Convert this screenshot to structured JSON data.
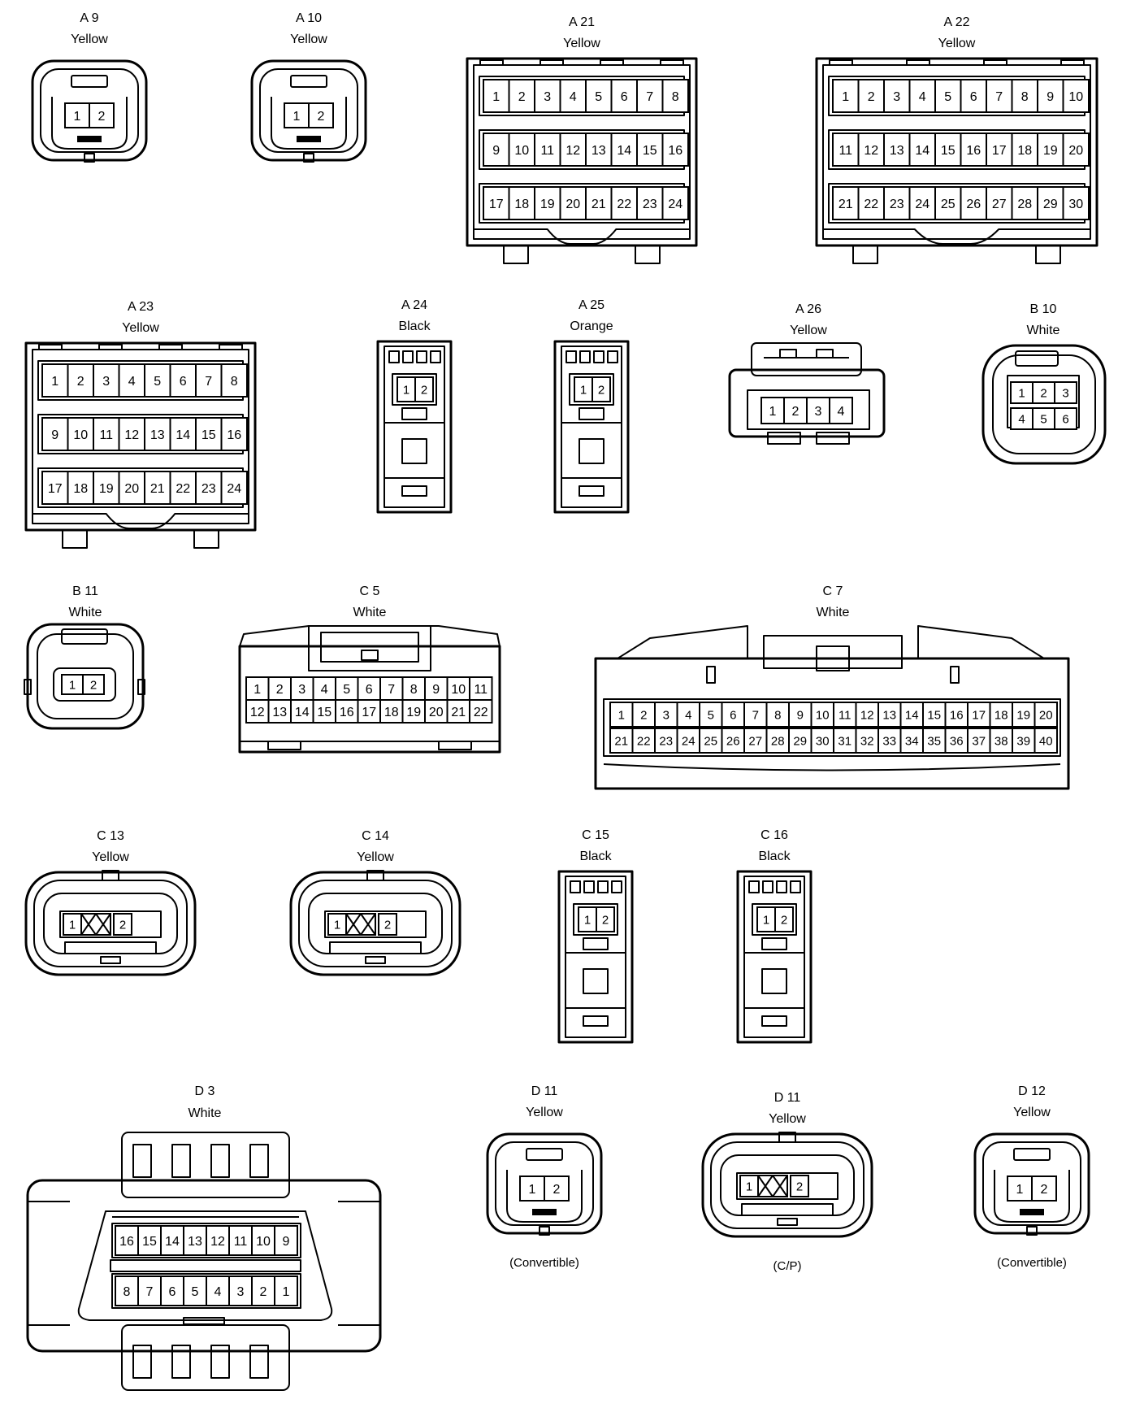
{
  "connectors": [
    {
      "id": "a9",
      "name": "A 9",
      "color": "Yellow",
      "pins": [
        "1",
        "2"
      ]
    },
    {
      "id": "a10",
      "name": "A 10",
      "color": "Yellow",
      "pins": [
        "1",
        "2"
      ]
    },
    {
      "id": "a21",
      "name": "A 21",
      "color": "Yellow",
      "rows": [
        [
          "1",
          "2",
          "3",
          "4",
          "5",
          "6",
          "7",
          "8"
        ],
        [
          "9",
          "10",
          "11",
          "12",
          "13",
          "14",
          "15",
          "16"
        ],
        [
          "17",
          "18",
          "19",
          "20",
          "21",
          "22",
          "23",
          "24"
        ]
      ]
    },
    {
      "id": "a22",
      "name": "A 22",
      "color": "Yellow",
      "rows": [
        [
          "1",
          "2",
          "3",
          "4",
          "5",
          "6",
          "7",
          "8",
          "9",
          "10"
        ],
        [
          "11",
          "12",
          "13",
          "14",
          "15",
          "16",
          "17",
          "18",
          "19",
          "20"
        ],
        [
          "21",
          "22",
          "23",
          "24",
          "25",
          "26",
          "27",
          "28",
          "29",
          "30"
        ]
      ]
    },
    {
      "id": "a23",
      "name": "A 23",
      "color": "Yellow",
      "rows": [
        [
          "1",
          "2",
          "3",
          "4",
          "5",
          "6",
          "7",
          "8"
        ],
        [
          "9",
          "10",
          "11",
          "12",
          "13",
          "14",
          "15",
          "16"
        ],
        [
          "17",
          "18",
          "19",
          "20",
          "21",
          "22",
          "23",
          "24"
        ]
      ]
    },
    {
      "id": "a24",
      "name": "A 24",
      "color": "Black",
      "pins": [
        "1",
        "2"
      ]
    },
    {
      "id": "a25",
      "name": "A 25",
      "color": "Orange",
      "pins": [
        "1",
        "2"
      ]
    },
    {
      "id": "a26",
      "name": "A 26",
      "color": "Yellow",
      "pins": [
        "1",
        "2",
        "3",
        "4"
      ]
    },
    {
      "id": "b10",
      "name": "B 10",
      "color": "White",
      "rows": [
        [
          "1",
          "2",
          "3"
        ],
        [
          "4",
          "5",
          "6"
        ]
      ]
    },
    {
      "id": "b11",
      "name": "B 11",
      "color": "White",
      "pins": [
        "1",
        "2"
      ]
    },
    {
      "id": "c5",
      "name": "C 5",
      "color": "White",
      "rows": [
        [
          "1",
          "2",
          "3",
          "4",
          "5",
          "6",
          "7",
          "8",
          "9",
          "10",
          "11"
        ],
        [
          "12",
          "13",
          "14",
          "15",
          "16",
          "17",
          "18",
          "19",
          "20",
          "21",
          "22"
        ]
      ]
    },
    {
      "id": "c7",
      "name": "C 7",
      "color": "White",
      "rows": [
        [
          "1",
          "2",
          "3",
          "4",
          "5",
          "6",
          "7",
          "8",
          "9",
          "10",
          "11",
          "12",
          "13",
          "14",
          "15",
          "16",
          "17",
          "18",
          "19",
          "20"
        ],
        [
          "21",
          "22",
          "23",
          "24",
          "25",
          "26",
          "27",
          "28",
          "29",
          "30",
          "31",
          "32",
          "33",
          "34",
          "35",
          "36",
          "37",
          "38",
          "39",
          "40"
        ]
      ]
    },
    {
      "id": "c13",
      "name": "C 13",
      "color": "Yellow",
      "pins": [
        "1",
        "2"
      ]
    },
    {
      "id": "c14",
      "name": "C 14",
      "color": "Yellow",
      "pins": [
        "1",
        "2"
      ]
    },
    {
      "id": "c15",
      "name": "C 15",
      "color": "Black",
      "pins": [
        "1",
        "2"
      ]
    },
    {
      "id": "c16",
      "name": "C 16",
      "color": "Black",
      "pins": [
        "1",
        "2"
      ]
    },
    {
      "id": "d3",
      "name": "D 3",
      "color": "White",
      "rows": [
        [
          "16",
          "15",
          "14",
          "13",
          "12",
          "11",
          "10",
          "9"
        ],
        [
          "8",
          "7",
          "6",
          "5",
          "4",
          "3",
          "2",
          "1"
        ]
      ]
    },
    {
      "id": "d11a",
      "name": "D 11",
      "color": "Yellow",
      "pins": [
        "1",
        "2"
      ],
      "note": "(Convertible)"
    },
    {
      "id": "d11b",
      "name": "D 11",
      "color": "Yellow",
      "pins": [
        "1",
        "2"
      ],
      "note": "(C/P)"
    },
    {
      "id": "d12",
      "name": "D 12",
      "color": "Yellow",
      "pins": [
        "1",
        "2"
      ],
      "note": "(Convertible)"
    }
  ]
}
